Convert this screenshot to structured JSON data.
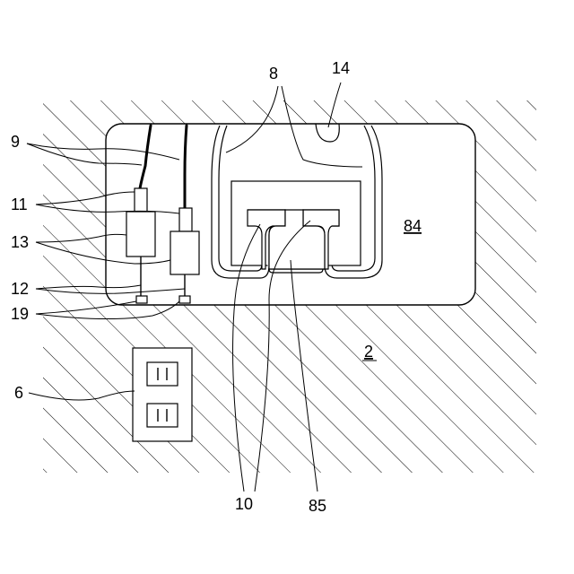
{
  "figure": {
    "labels": {
      "l8": "8",
      "l14": "14",
      "l9": "9",
      "l11": "11",
      "l13": "13",
      "l12": "12",
      "l19": "19",
      "l6": "6",
      "l84": "84",
      "l2": "2",
      "l10": "10",
      "l85": "85"
    }
  }
}
